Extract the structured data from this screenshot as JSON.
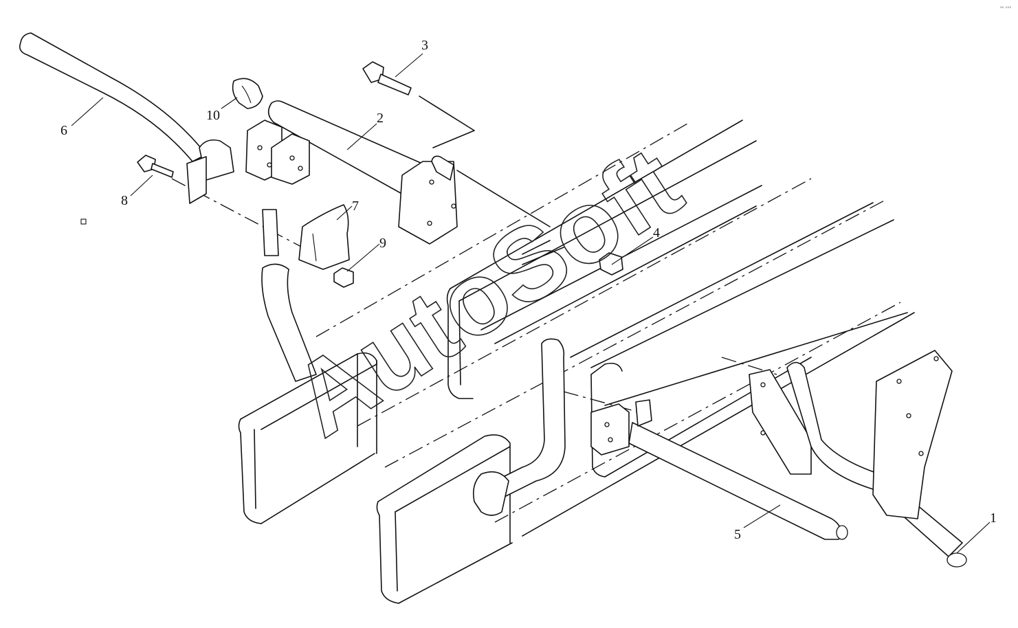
{
  "watermark": "AutoSoft",
  "corner_mark": "ᵃᵒ ᵉᵒᵒ",
  "callouts": [
    {
      "id": "1",
      "label": "1"
    },
    {
      "id": "2",
      "label": "2"
    },
    {
      "id": "3",
      "label": "3"
    },
    {
      "id": "4",
      "label": "4"
    },
    {
      "id": "5",
      "label": "5"
    },
    {
      "id": "6",
      "label": "6"
    },
    {
      "id": "7",
      "label": "7"
    },
    {
      "id": "8",
      "label": "8"
    },
    {
      "id": "9",
      "label": "9"
    },
    {
      "id": "10",
      "label": "10"
    }
  ],
  "colors": {
    "line": "#111111",
    "background": "#ffffff"
  }
}
